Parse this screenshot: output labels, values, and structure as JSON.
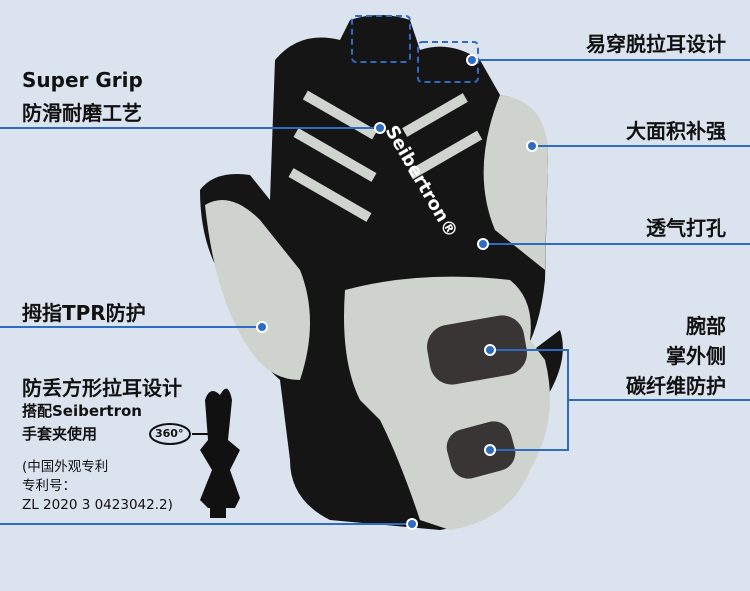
{
  "labels": {
    "grip_en": "Super Grip",
    "grip_cn": "防滑耐磨工艺",
    "pull_tab": "易穿脱拉耳设计",
    "reinforce": "大面积补强",
    "perforation": "透气打孔",
    "thumb": "拇指TPR防护",
    "wrist_1": "腕部",
    "wrist_2": "掌外侧",
    "wrist_3": "碳纤维防护",
    "anti_loss": "防丢方形拉耳设计",
    "clip_1": "搭配Seibertron",
    "clip_2": "手套夹使用",
    "rotate": "360°",
    "patent_1": "(中国外观专利",
    "patent_2": "专利号：",
    "patent_3": "ZL 2020 3 0423042.2)"
  },
  "brand": "Seibertron®",
  "colors": {
    "background": "#dbe3ee",
    "accent": "#2f6bc0",
    "glove_light": "#cdd3cc",
    "glove_dark": "#141414"
  }
}
